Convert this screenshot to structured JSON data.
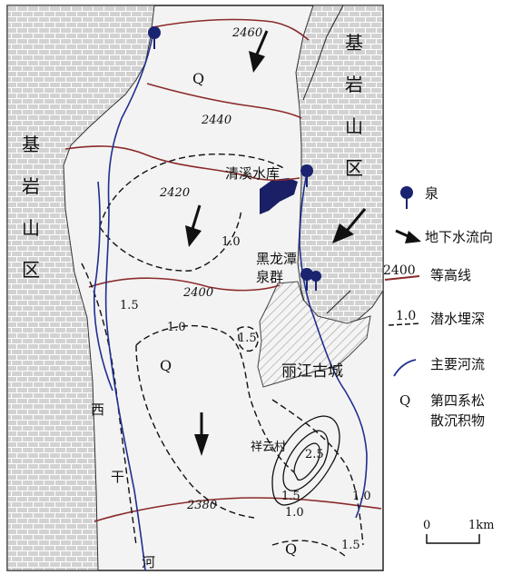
{
  "map": {
    "bedrock_label": [
      "基",
      "岩",
      "山",
      "区"
    ],
    "quaternary_symbol": "Q",
    "contour_values": {
      "c2460": "2460",
      "c2440": "2440",
      "c2420": "2420",
      "c2400": "2400",
      "c2380": "2380"
    },
    "depth_values": {
      "d10": "1.0",
      "d15": "1.5",
      "d25": "2.5"
    },
    "places": {
      "reservoir": "清溪水库",
      "spring_group_line1": "黑龙潭",
      "spring_group_line2": "泉群",
      "old_town": "丽江古城",
      "village": "祥云村"
    },
    "river_chars": [
      "西",
      "干",
      "河"
    ]
  },
  "legend": {
    "spring": "泉",
    "groundwater_flow": "地下水流向",
    "contour_sample": "2400",
    "contour": "等高线",
    "depth_sample": "1.0",
    "depth": "潜水埋深",
    "river": "主要河流",
    "quaternary_symbol": "Q",
    "quaternary_line1": "第四系松",
    "quaternary_line2": "散沉积物"
  },
  "scale": {
    "start": "0",
    "end": "1km"
  },
  "colors": {
    "contour": "#8b2a2a",
    "river": "#1f2f8f",
    "spring": "#1a2470",
    "reservoir": "#1a1f66",
    "bedrock_fill": "#cfcfcf"
  }
}
